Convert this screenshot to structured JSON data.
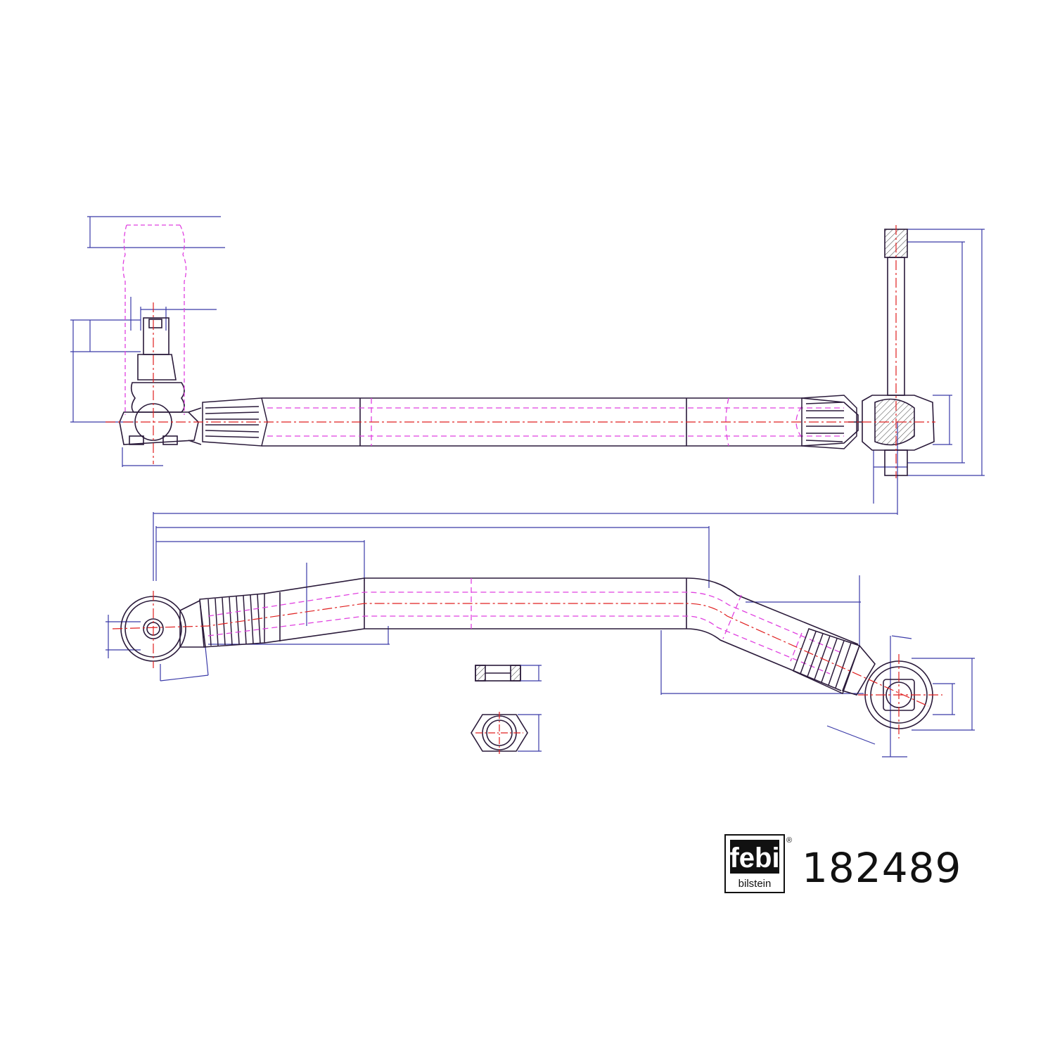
{
  "part_number": "182489",
  "brand": {
    "logo_text": "febi",
    "logo_subtext": "bilstein",
    "registered_mark": "®"
  },
  "colors": {
    "outline": "#2a1a3a",
    "dimension": "#3a3aa8",
    "hidden": "#e040e0",
    "centerline": "#e02020",
    "hatch": "#444444"
  }
}
